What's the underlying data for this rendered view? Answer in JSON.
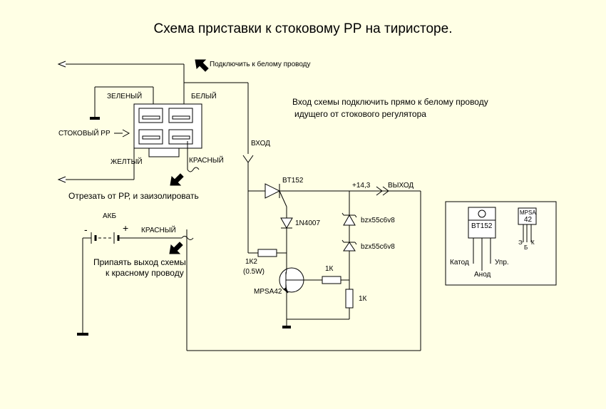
{
  "title": "Схема приставки к стоковому РР на тиристоре.",
  "labels": {
    "connect_white": "Подключить к белому проводу",
    "green": "ЗЕЛЕНЫЙ",
    "white": "БЕЛЫЙ",
    "stock_rr": "СТОКОВЫЙ РР",
    "yellow": "ЖЕЛТЫЙ",
    "red": "КРАСНЫЙ",
    "cut_off": "Отрезать от РР, и заизолировать",
    "input": "ВХОД",
    "note_line1": "Вход схемы подключить прямо к белому проводу",
    "note_line2": "идущего от стокового регулятора",
    "akb": "АКБ",
    "minus": "-",
    "plus": "+",
    "red2": "КРАСНЫЙ",
    "solder_line1": "Припаять выход схемы",
    "solder_line2": "к красному проводу",
    "voltage": "+14,3",
    "output": "ВЫХОД",
    "thyristor": "BT152",
    "diode": "1N4007",
    "zener1": "bzx55c6v8",
    "zener2": "bzx55c6v8",
    "r_1k2": "1К2",
    "r_1k2_power": "(0.5W)",
    "r_1k_a": "1К",
    "r_1k_b": "1К",
    "transistor": "MPSA42"
  },
  "pinout": {
    "bt152_name": "BT152",
    "cathode": "Катод",
    "anode": "Анод",
    "gate": "Упр.",
    "mpsa_line1": "MPSA",
    "mpsa_line2": "42",
    "emitter": "Э",
    "base": "Б",
    "collector": "К"
  }
}
